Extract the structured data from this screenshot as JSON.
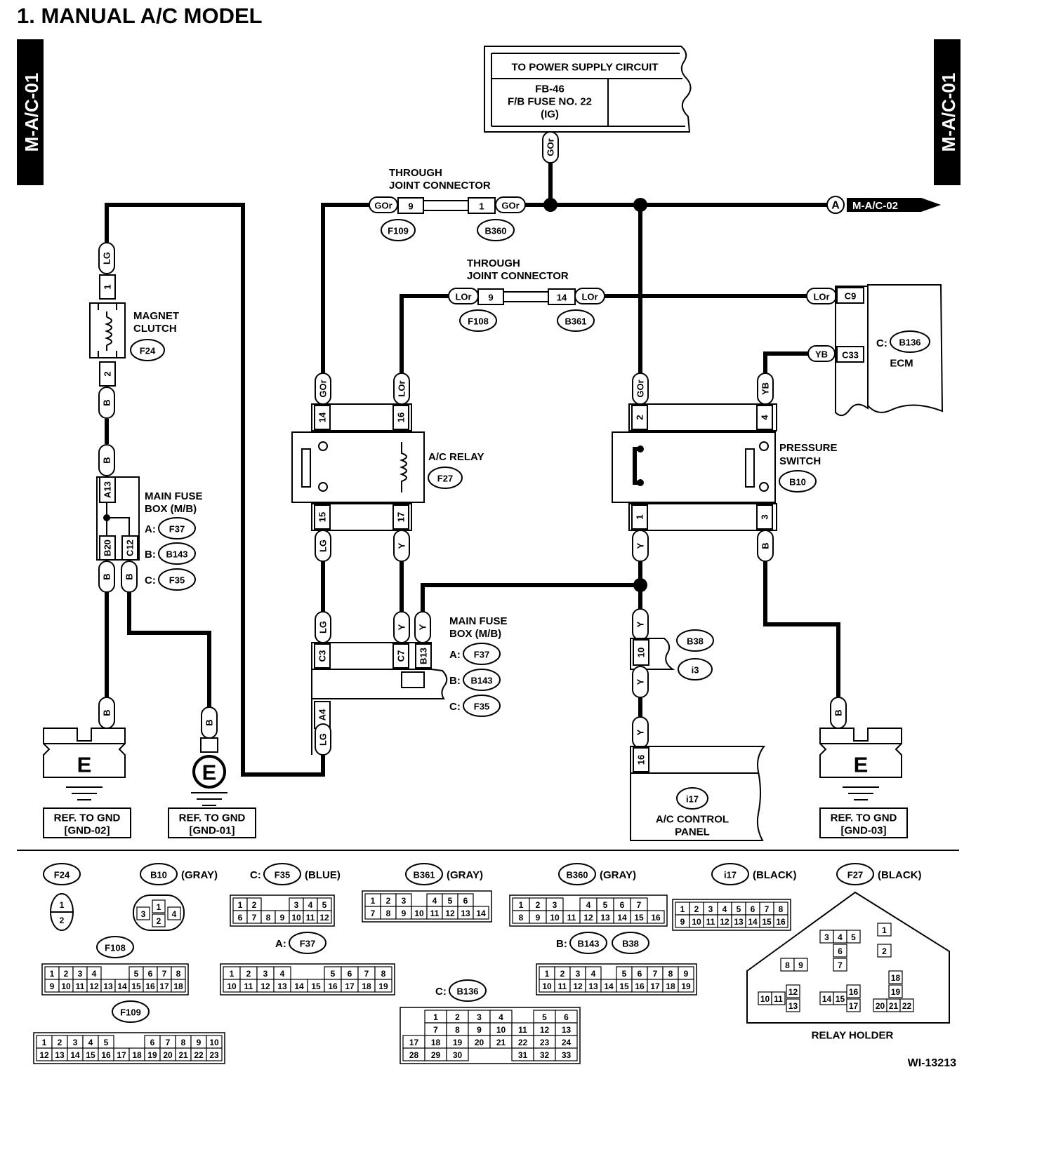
{
  "title": "1.  MANUAL A/C MODEL",
  "side_tab": "M-A/C-01",
  "figure_id": "WI-13213",
  "power_supply": {
    "heading": "TO POWER SUPPLY CIRCUIT",
    "fuse_line1": "FB-46",
    "fuse_line2": "F/B FUSE NO. 22",
    "fuse_line3": "(IG)"
  },
  "through_joint_label_1": "THROUGH",
  "through_joint_label_2": "JOINT CONNECTOR",
  "continuation": {
    "letter": "A",
    "ref": "M-A/C-02"
  },
  "components": {
    "magnet_clutch": [
      "MAGNET",
      "CLUTCH"
    ],
    "ac_relay": "A/C RELAY",
    "pressure_switch": [
      "PRESSURE",
      "SWITCH"
    ],
    "main_fuse_box": [
      "MAIN FUSE",
      "BOX (M/B)"
    ],
    "ecm": "ECM",
    "ac_control_panel": [
      "A/C CONTROL",
      "PANEL"
    ],
    "ecm_prefix": "C:"
  },
  "grounds": [
    {
      "symbol": "E",
      "ref": [
        "REF. TO GND",
        "[GND-02]"
      ]
    },
    {
      "symbol": "E",
      "ref": [
        "REF. TO GND",
        "[GND-01]"
      ]
    },
    {
      "symbol": "E",
      "ref": [
        "REF. TO GND",
        "[GND-03]"
      ]
    }
  ],
  "fuse_box_refs": [
    {
      "prefix": "A:",
      "code": "F37"
    },
    {
      "prefix": "B:",
      "code": "B143"
    },
    {
      "prefix": "C:",
      "code": "F35"
    }
  ],
  "wire_colors": {
    "GOr": "GOr",
    "LOr": "LOr",
    "LG": "LG",
    "B": "B",
    "Y": "Y",
    "YB": "YB"
  },
  "pins": {
    "p1": "1",
    "p2": "2",
    "p3": "3",
    "p4": "4",
    "p9": "9",
    "p10": "10",
    "p14": "14",
    "p15": "15",
    "p16": "16",
    "p17": "17",
    "A13": "A13",
    "B20": "B20",
    "C12": "C12",
    "C3": "C3",
    "C7": "C7",
    "B13": "B13",
    "A4": "A4",
    "C9": "C9",
    "C33": "C33"
  },
  "connector_codes": {
    "F109": "F109",
    "B360": "B360",
    "F108": "F108",
    "B361": "B361",
    "F24": "F24",
    "F27": "F27",
    "B10": "B10",
    "B136": "B136",
    "B38": "B38",
    "i3": "i3",
    "i17": "i17",
    "F37": "F37",
    "B143": "B143",
    "F35": "F35"
  },
  "legend": {
    "items": [
      {
        "code": "F24",
        "color": "",
        "prefix": ""
      },
      {
        "code": "B10",
        "color": "(GRAY)",
        "prefix": ""
      },
      {
        "code": "F35",
        "color": "(BLUE)",
        "prefix": "C:"
      },
      {
        "code": "B361",
        "color": "(GRAY)",
        "prefix": ""
      },
      {
        "code": "B360",
        "color": "(GRAY)",
        "prefix": ""
      },
      {
        "code": "i17",
        "color": "(BLACK)",
        "prefix": ""
      },
      {
        "code": "F27",
        "color": "(BLACK)",
        "prefix": ""
      },
      {
        "code": "F108",
        "color": "",
        "prefix": ""
      },
      {
        "code": "F37",
        "color": "",
        "prefix": "A:"
      },
      {
        "code": "B143",
        "color": "",
        "prefix": "B:"
      },
      {
        "code": "B38",
        "color": "",
        "prefix": ""
      },
      {
        "code": "B136",
        "color": "",
        "prefix": "C:"
      },
      {
        "code": "F109",
        "color": "",
        "prefix": ""
      }
    ],
    "relay_holder": "RELAY HOLDER"
  }
}
